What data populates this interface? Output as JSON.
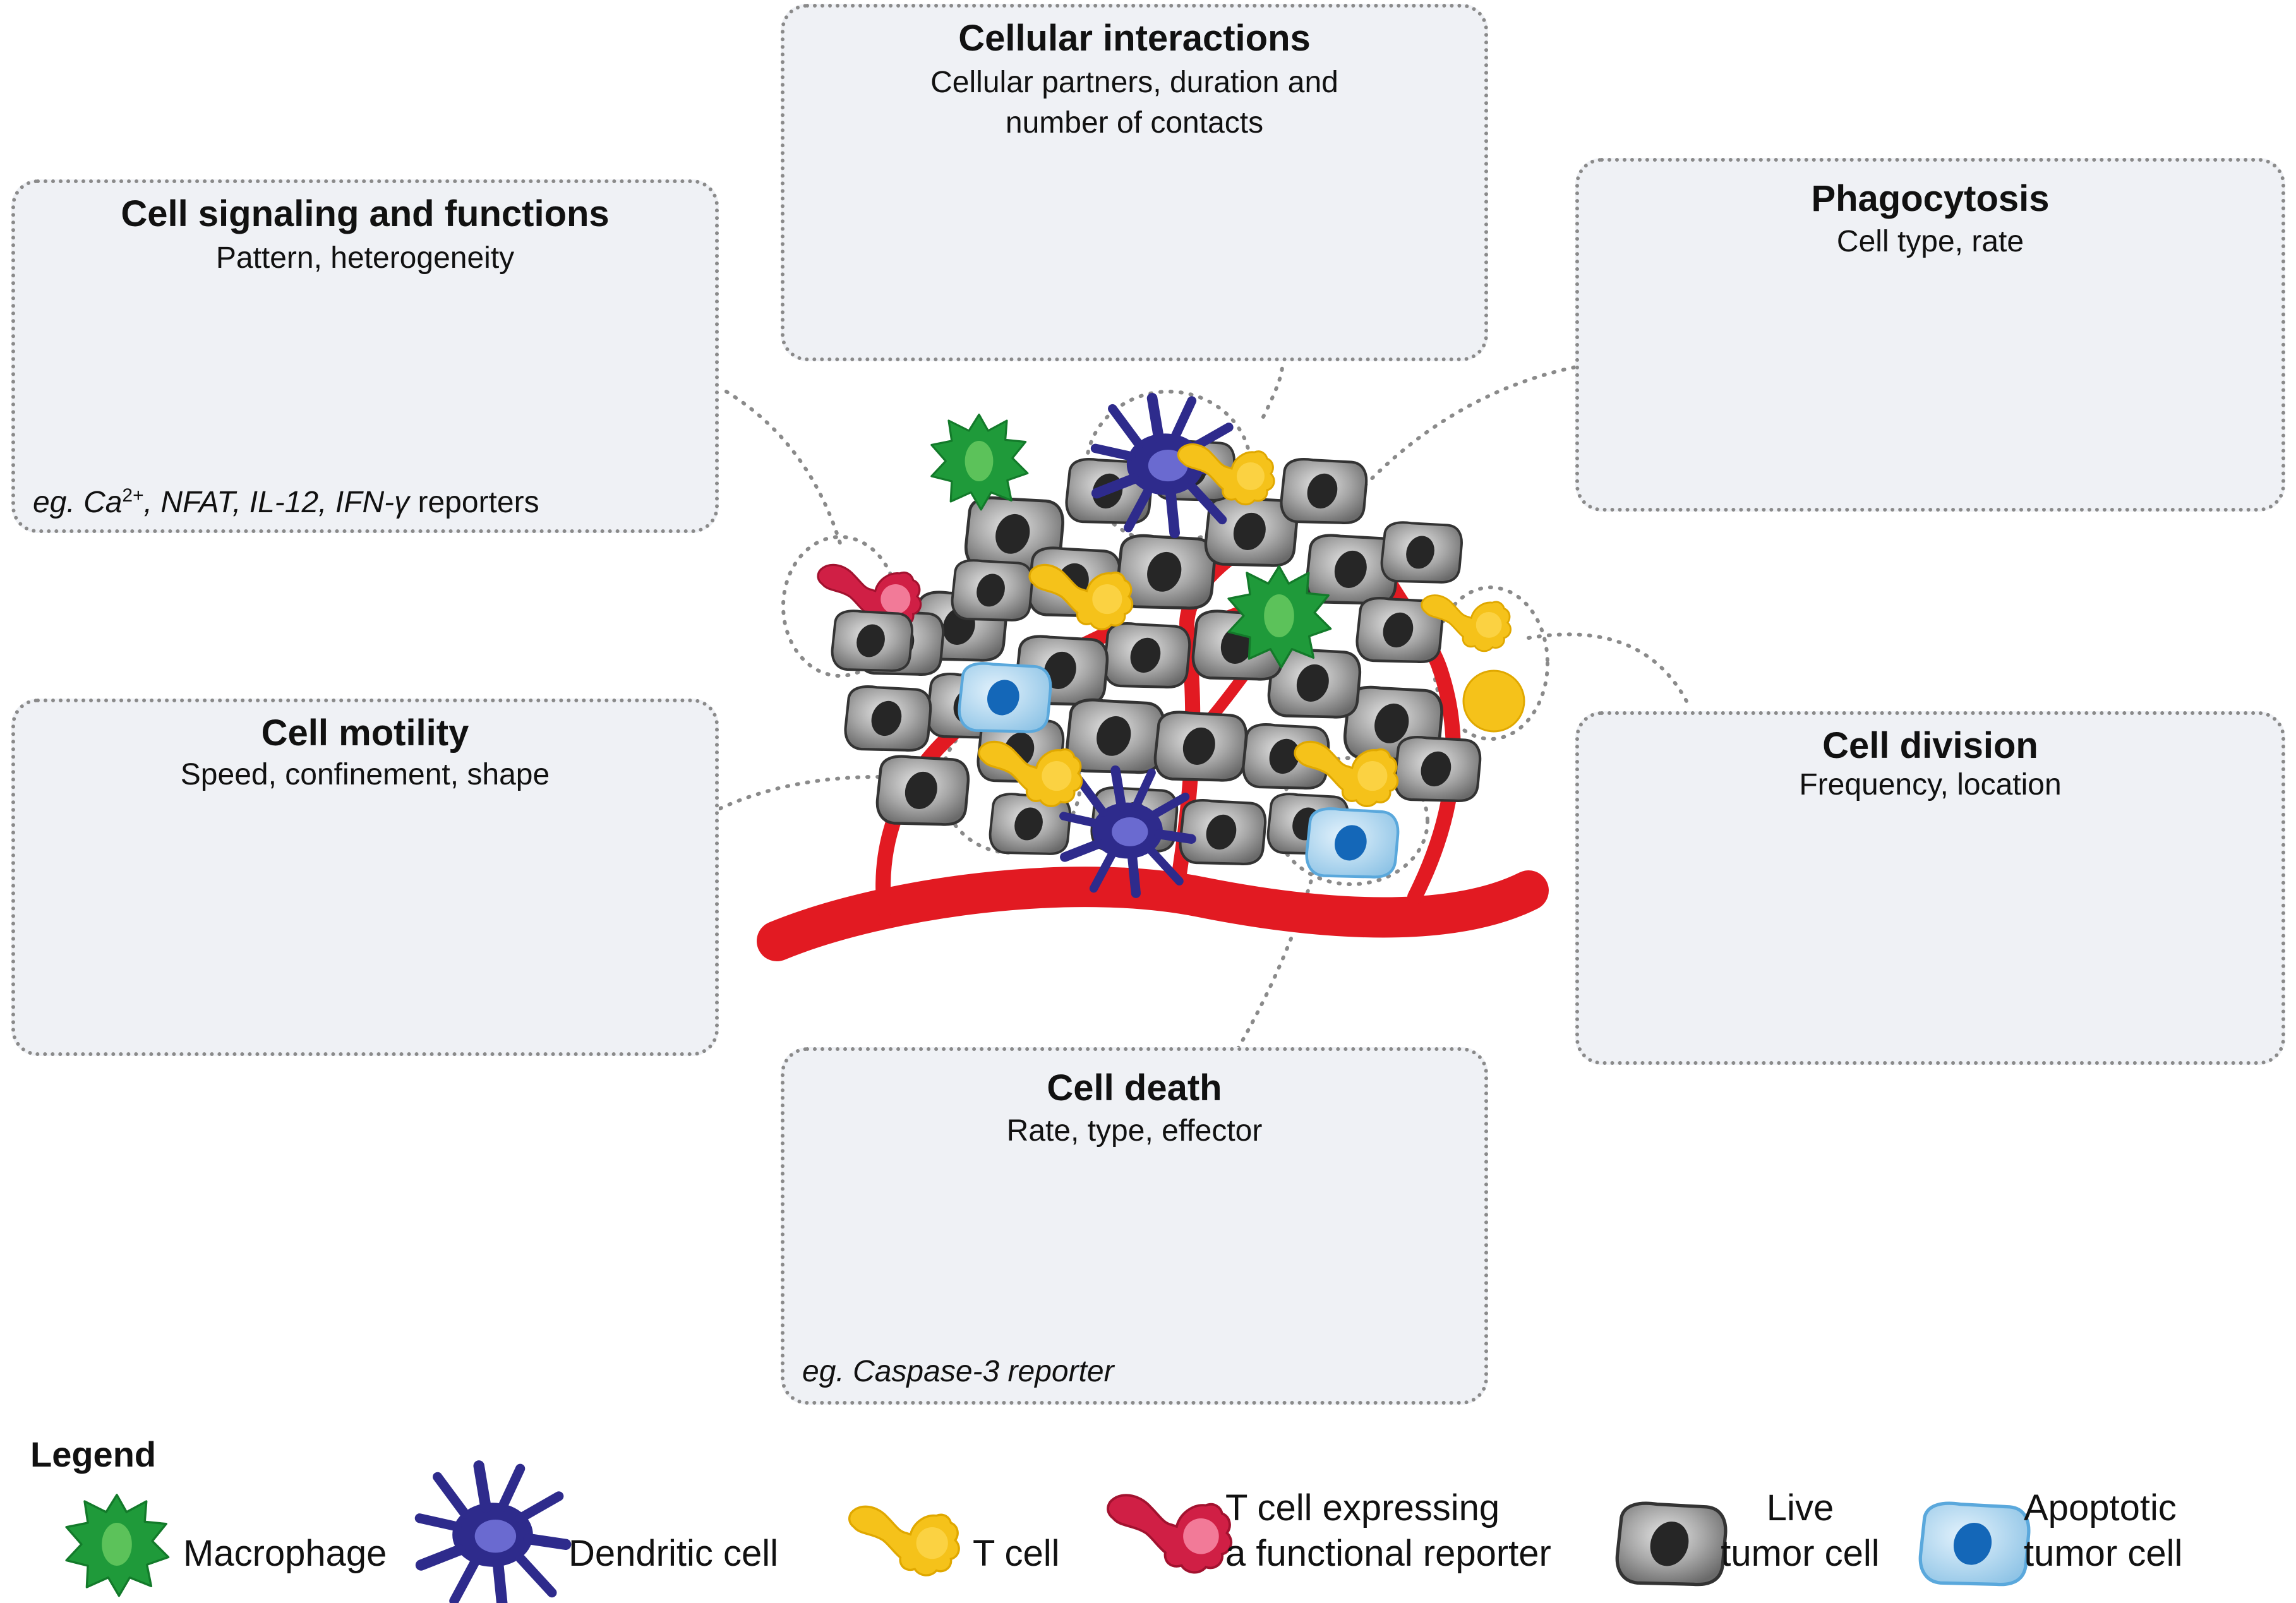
{
  "colors": {
    "t_cell": "#f5c21a",
    "macrophage": "#1f9a3a",
    "dendritic_cell": "#2e2b8c",
    "reporter_t_cell": "#d01f45",
    "tumor_cell": "#6e6e6e",
    "apoptotic_cell": "#9ed0ef",
    "vessel": "#e21a22",
    "panel_bg": "#eff1f5"
  },
  "panels": {
    "signaling": {
      "title": "Cell signaling and functions",
      "subtitle": "Pattern, heterogeneity",
      "note_prefix": "eg. Ca",
      "note_superscript": "2+",
      "note_italic": ", NFAT, IL-12, IFN-γ",
      "note_suffix": " reporters"
    },
    "interactions": {
      "title": "Cellular interactions",
      "subtitle_line1": "Cellular partners, duration and",
      "subtitle_line2": "number of contacts"
    },
    "phagocytosis": {
      "title": "Phagocytosis",
      "subtitle": "Cell type, rate"
    },
    "motility": {
      "title": "Cell motility",
      "subtitle": "Speed, confinement, shape"
    },
    "division": {
      "title": "Cell division",
      "subtitle": "Frequency, location"
    },
    "death": {
      "title": "Cell death",
      "subtitle": "Rate, type, effector",
      "note": "eg. Caspase-3 reporter"
    }
  },
  "legend": {
    "title": "Legend",
    "items": {
      "macrophage": "Macrophage",
      "dendritic_cell": "Dendritic cell",
      "t_cell": "T cell",
      "reporter_line1": "T cell expressing",
      "reporter_line2": "a functional reporter",
      "live_line1": "Live",
      "live_line2": "tumor cell",
      "apoptotic_line1": "Apoptotic",
      "apoptotic_line2": "tumor cell"
    }
  }
}
